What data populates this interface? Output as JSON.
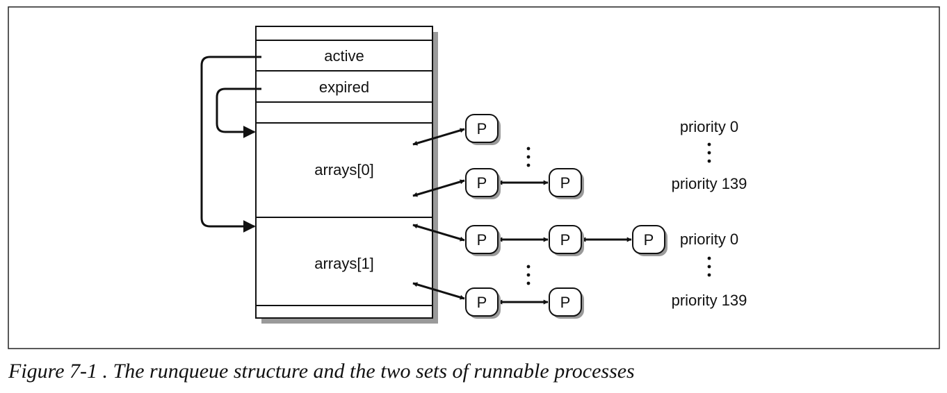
{
  "diagram": {
    "rows": {
      "active": "active",
      "expired": "expired",
      "arrays0": "arrays[0]",
      "arrays1": "arrays[1]"
    },
    "process_label": "P",
    "priority_labels": {
      "top_first": "priority 0",
      "top_last": "priority 139",
      "bottom_first": "priority 0",
      "bottom_last": "priority 139"
    }
  },
  "caption": "Figure 7-1 . The runqueue structure and the two sets of runnable processes"
}
